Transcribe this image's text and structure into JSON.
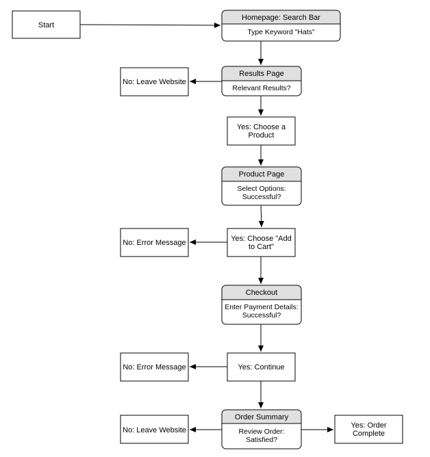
{
  "nodes": {
    "start": {
      "label": "Start"
    },
    "homepage": {
      "title": "Homepage: Search Bar",
      "body": "Type Keyword \"Hats\""
    },
    "results": {
      "title": "Results Page",
      "body": "Relevant Results?"
    },
    "leave1": {
      "label": "No: Leave Website"
    },
    "choose_product": {
      "line1": "Yes: Choose a",
      "line2": "Product"
    },
    "product_page": {
      "title": "Product Page",
      "body1": "Select Options:",
      "body2": "Successful?"
    },
    "add_to_cart": {
      "line1": "Yes: Choose \"Add",
      "line2": "to Cart\""
    },
    "error1": {
      "label": "No: Error Message"
    },
    "checkout": {
      "title": "Checkout",
      "body1": "Enter Payment Details:",
      "body2": "Successful?"
    },
    "continue": {
      "label": "Yes: Continue"
    },
    "error2": {
      "label": "No: Error Message"
    },
    "summary": {
      "title": "Order Summary",
      "body1": "Review Order:",
      "body2": "Satisfied?"
    },
    "leave2": {
      "label": "No: Leave Website"
    },
    "complete": {
      "line1": "Yes: Order",
      "line2": "Complete"
    }
  }
}
